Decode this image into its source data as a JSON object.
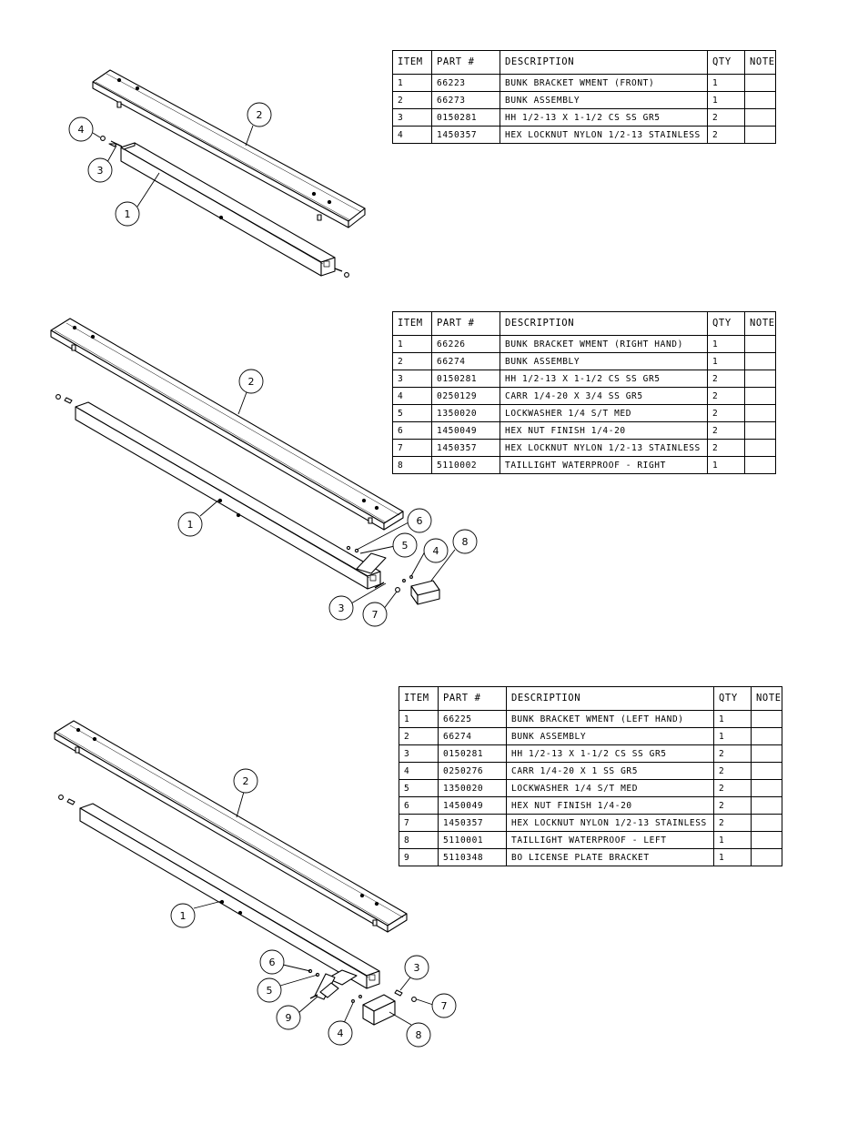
{
  "tables": [
    {
      "headers": [
        "ITEM",
        "PART #",
        "DESCRIPTION",
        "QTY",
        "NOTE"
      ],
      "rows": [
        [
          "1",
          "66223",
          "BUNK BRACKET WMENT (FRONT)",
          "1",
          ""
        ],
        [
          "2",
          "66273",
          "BUNK ASSEMBLY",
          "1",
          ""
        ],
        [
          "3",
          "0150281",
          "HH 1/2-13 X 1-1/2 CS SS GR5",
          "2",
          ""
        ],
        [
          "4",
          "1450357",
          "HEX LOCKNUT NYLON 1/2-13 STAINLESS",
          "2",
          ""
        ]
      ]
    },
    {
      "headers": [
        "ITEM",
        "PART #",
        "DESCRIPTION",
        "QTY",
        "NOTE"
      ],
      "rows": [
        [
          "1",
          "66226",
          "BUNK BRACKET WMENT (RIGHT HAND)",
          "1",
          ""
        ],
        [
          "2",
          "66274",
          "BUNK ASSEMBLY",
          "1",
          ""
        ],
        [
          "3",
          "0150281",
          "HH 1/2-13 X 1-1/2 CS SS GR5",
          "2",
          ""
        ],
        [
          "4",
          "0250129",
          "CARR 1/4-20 X 3/4 SS GR5",
          "2",
          ""
        ],
        [
          "5",
          "1350020",
          "LOCKWASHER 1/4 S/T MED",
          "2",
          ""
        ],
        [
          "6",
          "1450049",
          "HEX NUT FINISH 1/4-20",
          "2",
          ""
        ],
        [
          "7",
          "1450357",
          "HEX LOCKNUT NYLON 1/2-13 STAINLESS",
          "2",
          ""
        ],
        [
          "8",
          "5110002",
          "TAILLIGHT WATERPROOF - RIGHT",
          "1",
          ""
        ]
      ]
    },
    {
      "headers": [
        "ITEM",
        "PART #",
        "DESCRIPTION",
        "QTY",
        "NOTE"
      ],
      "rows": [
        [
          "1",
          "66225",
          "BUNK BRACKET WMENT (LEFT HAND)",
          "1",
          ""
        ],
        [
          "2",
          "66274",
          "BUNK ASSEMBLY",
          "1",
          ""
        ],
        [
          "3",
          "0150281",
          "HH 1/2-13 X 1-1/2 CS SS GR5",
          "2",
          ""
        ],
        [
          "4",
          "0250276",
          "CARR 1/4-20 X 1 SS GR5",
          "2",
          ""
        ],
        [
          "5",
          "1350020",
          "LOCKWASHER 1/4 S/T MED",
          "2",
          ""
        ],
        [
          "6",
          "1450049",
          "HEX NUT FINISH 1/4-20",
          "2",
          ""
        ],
        [
          "7",
          "1450357",
          "HEX LOCKNUT NYLON 1/2-13 STAINLESS",
          "2",
          ""
        ],
        [
          "8",
          "5110001",
          "TAILLIGHT WATERPROOF - LEFT",
          "1",
          ""
        ],
        [
          "9",
          "5110348",
          "BO LICENSE PLATE BRACKET",
          "1",
          ""
        ]
      ]
    }
  ],
  "balloons": {
    "front": [
      "4",
      "3",
      "2",
      "1"
    ],
    "right": [
      "2",
      "1",
      "6",
      "5",
      "4",
      "8",
      "3",
      "7"
    ],
    "left": [
      "2",
      "1",
      "6",
      "5",
      "9",
      "3",
      "7",
      "4",
      "8"
    ]
  },
  "colors": {
    "line": "#000000",
    "background": "#ffffff"
  }
}
